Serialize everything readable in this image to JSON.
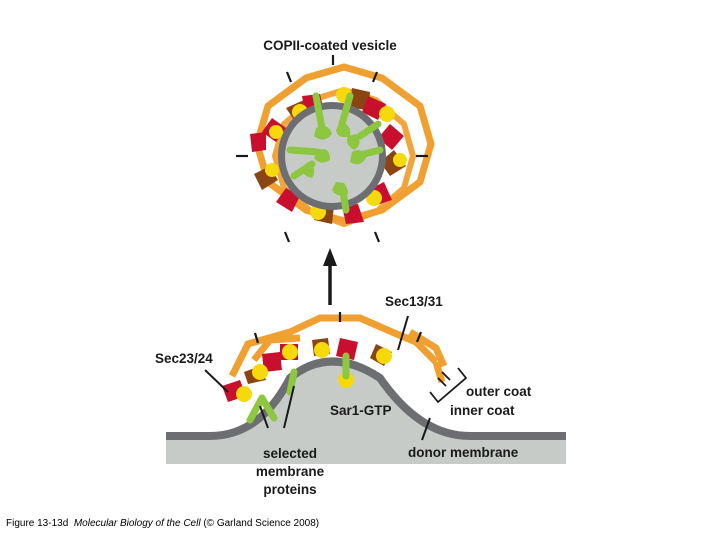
{
  "title": "COPII-coated vesicle",
  "labels": {
    "sec13_31": "Sec13/31",
    "sec23_24": "Sec23/24",
    "outer_coat": "outer coat",
    "inner_coat": "inner coat",
    "sar1": "Sar1-GTP",
    "selected_line1": "selected",
    "selected_line2": "membrane",
    "selected_line3": "proteins",
    "donor_membrane": "donor membrane"
  },
  "caption": {
    "prefix": "Figure 13-13d",
    "book": "Molecular Biology of the Cell",
    "suffix": "(© Garland Science 2008)"
  },
  "colors": {
    "outer_coat": "#f0a030",
    "sec23": "#c8102e",
    "sec24": "#8b4513",
    "sar1": "#f5d90a",
    "cargo": "#8dc63f",
    "membrane": "#6d6e71",
    "lumen": "#c6cbc8"
  }
}
